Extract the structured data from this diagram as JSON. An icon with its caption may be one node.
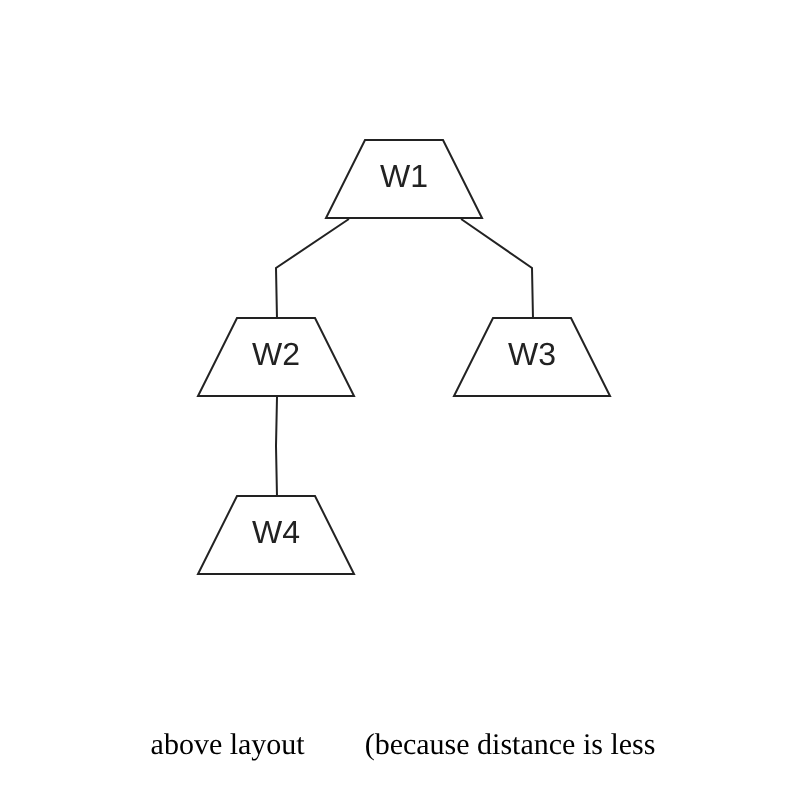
{
  "diagram": {
    "nodes": [
      {
        "text": [
          "W1"
        ]
      },
      {
        "text": [
          "W2"
        ]
      },
      {
        "text": [
          "W3"
        ]
      },
      {
        "text": [
          "W4"
        ]
      }
    ],
    "edges": [
      {
        "from": 0,
        "to": 1,
        "arrow": "none"
      },
      {
        "from": 0,
        "to": 2,
        "arrow": "none"
      },
      {
        "from": 1,
        "to": 3,
        "arrow": "none"
      }
    ],
    "labels": [
      "above layout",
      "(because distance is less"
    ]
  }
}
